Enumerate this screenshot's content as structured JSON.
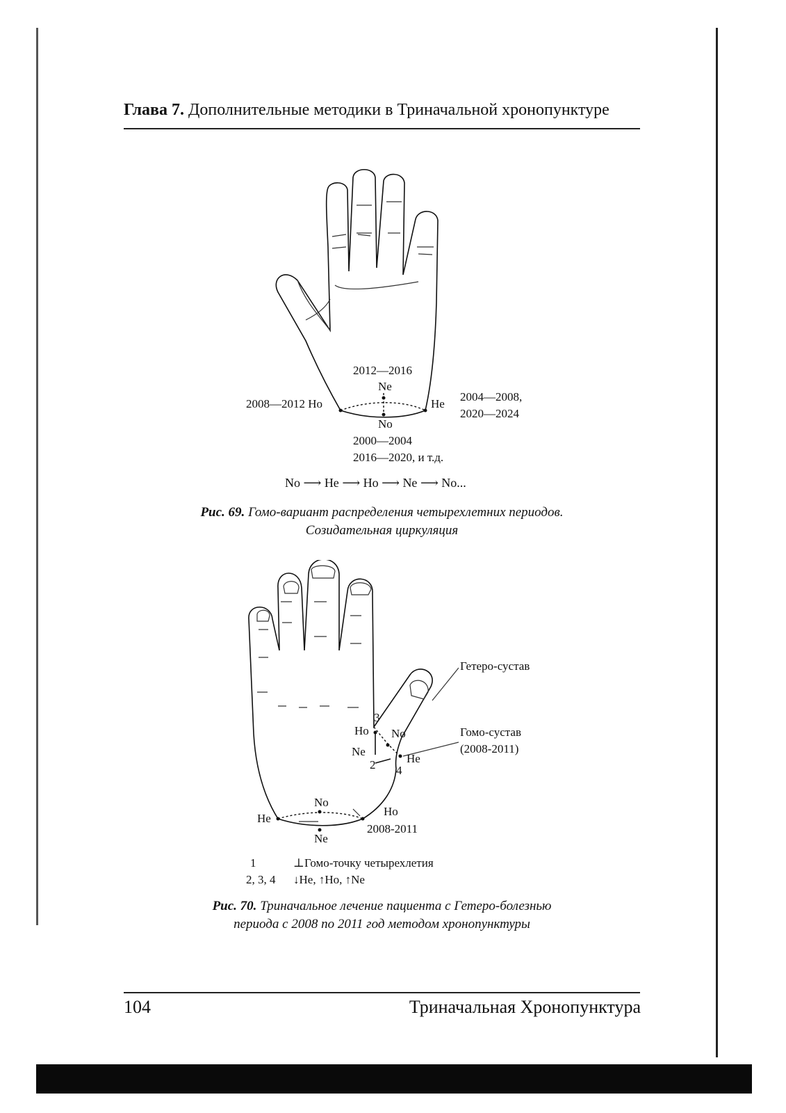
{
  "header": {
    "chapter": "Глава 7.",
    "title": "Дополнительные методики в Триначальной хронопунктуре"
  },
  "figure69": {
    "labels": {
      "top_years": "2012—2016",
      "top_point": "Ne",
      "left": "2008—2012  Ho",
      "right_point": "He",
      "right_years_1": "2004—2008,",
      "right_years_2": "2020—2024",
      "bottom_point": "No",
      "bottom_years_1": "2000—2004",
      "bottom_years_2": "2016—2020, и т.д."
    },
    "sequence": [
      "No",
      "He",
      "Ho",
      "Ne",
      "No..."
    ],
    "caption_number": "Рис. 69.",
    "caption_line1": "Гомо-вариант распределения четырехлетних периодов.",
    "caption_line2": "Созидательная циркуляция"
  },
  "figure70": {
    "labels": {
      "hetero_joint": "Гетеро-сустав",
      "homo_joint_1": "Гомо-сустав",
      "homo_joint_2": "(2008-2011)",
      "n3": "3",
      "ho_thumb": "Ho",
      "no_thumb": "No",
      "ne_thumb": "Ne",
      "he_thumb": "He",
      "n2": "2",
      "n4": "4",
      "no_wrist": "No",
      "he_wrist": "He",
      "ho_wrist": "Ho",
      "years_wrist": "2008-2011",
      "ne_wrist": "Ne"
    },
    "legend": [
      {
        "key": "1",
        "text": "⊥Гомо-точку четырехлетия"
      },
      {
        "key": "2, 3, 4",
        "text": "↓He, ↑Ho, ↑Ne"
      }
    ],
    "caption_number": "Рис. 70.",
    "caption_line1": "Триначальное лечение пациента с Гетеро-болезнью",
    "caption_line2": "периода с 2008 по 2011 год методом хронопунктуры"
  },
  "footer": {
    "page_number": "104",
    "title": "Триначальная Хронопунктура"
  }
}
